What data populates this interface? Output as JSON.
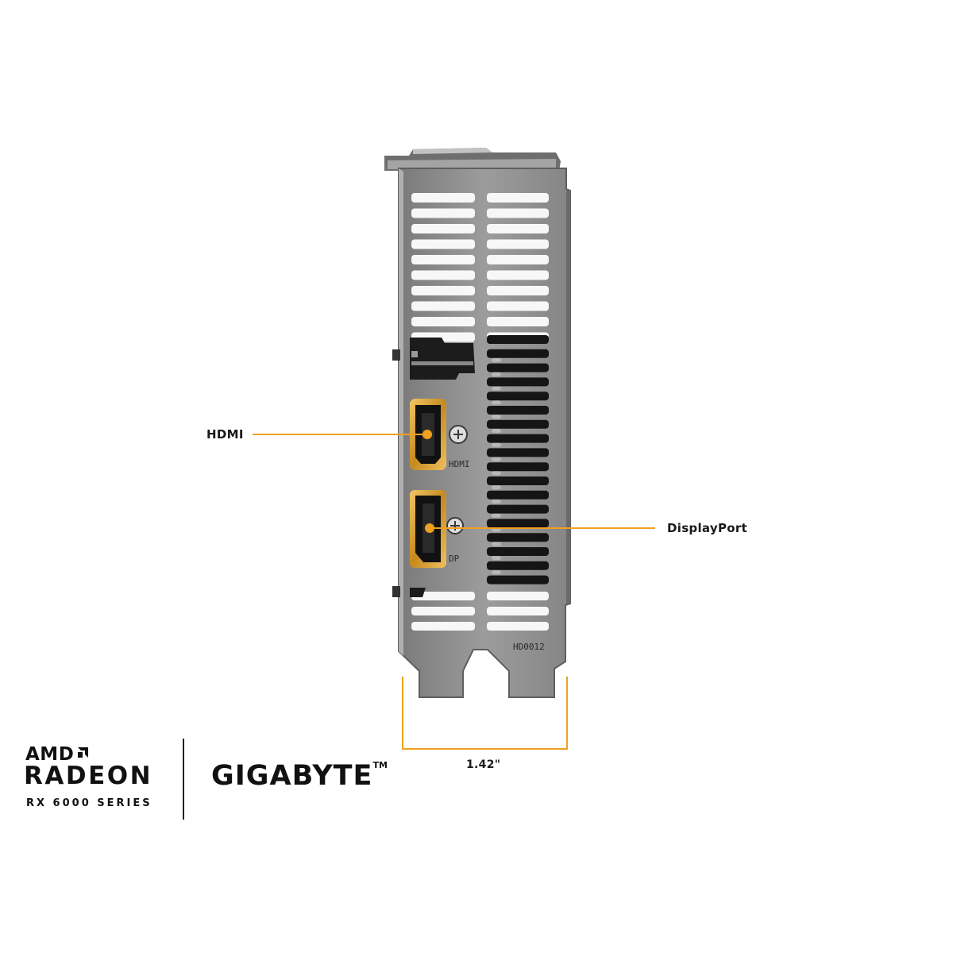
{
  "callouts": {
    "hdmi": "HDMI",
    "displayport": "DisplayPort",
    "width": "1.42\""
  },
  "bracket": {
    "port_label_hdmi": "HDMI",
    "port_label_dp": "DP",
    "model_code": "HD0012"
  },
  "branding": {
    "amd": "AMD",
    "radeon": "RADEON",
    "series": "RX 6000 SERIES",
    "gigabyte": "GIGABYTE",
    "trademark": "TM"
  },
  "colors": {
    "accent": "#f0a020",
    "bracket_metal": "#8f8f8f",
    "port_gold": "#d39a2c"
  },
  "icons": [
    "amd-arrow-logo"
  ]
}
